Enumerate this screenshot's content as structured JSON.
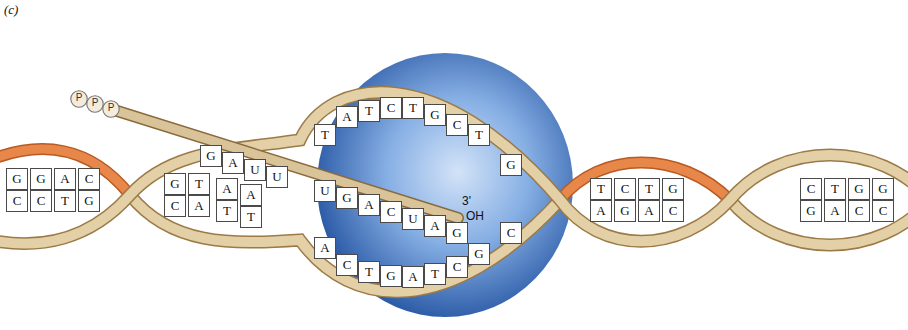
{
  "diagram": {
    "nodes": [
      {
        "text": [
          "P"
        ]
      },
      {
        "text": [
          "P"
        ]
      },
      {
        "text": [
          "P"
        ]
      },
      {
        "text": [
          "G"
        ]
      },
      {
        "text": [
          "C"
        ]
      },
      {
        "text": [
          "G"
        ]
      },
      {
        "text": [
          "C"
        ]
      },
      {
        "text": [
          "A"
        ]
      },
      {
        "text": [
          "T"
        ]
      },
      {
        "text": [
          "C"
        ]
      },
      {
        "text": [
          "G"
        ]
      },
      {
        "text": [
          "G"
        ]
      },
      {
        "text": [
          "C"
        ]
      },
      {
        "text": [
          "T"
        ]
      },
      {
        "text": [
          "A"
        ]
      },
      {
        "text": [
          "G"
        ]
      },
      {
        "text": [
          "A"
        ]
      },
      {
        "text": [
          "U"
        ]
      },
      {
        "text": [
          "U"
        ]
      },
      {
        "text": [
          "A"
        ]
      },
      {
        "text": [
          "T"
        ]
      },
      {
        "text": [
          "A"
        ]
      },
      {
        "text": [
          "T"
        ]
      },
      {
        "text": [
          "T"
        ]
      },
      {
        "text": [
          "A"
        ]
      },
      {
        "text": [
          "T"
        ]
      },
      {
        "text": [
          "C"
        ]
      },
      {
        "text": [
          "T"
        ]
      },
      {
        "text": [
          "G"
        ]
      },
      {
        "text": [
          "C"
        ]
      },
      {
        "text": [
          "T"
        ]
      },
      {
        "text": [
          "U"
        ]
      },
      {
        "text": [
          "G"
        ]
      },
      {
        "text": [
          "A"
        ]
      },
      {
        "text": [
          "C"
        ]
      },
      {
        "text": [
          "U"
        ]
      },
      {
        "text": [
          "A"
        ]
      },
      {
        "text": [
          "G"
        ]
      },
      {
        "text": [
          "A"
        ]
      },
      {
        "text": [
          "C"
        ]
      },
      {
        "text": [
          "T"
        ]
      },
      {
        "text": [
          "G"
        ]
      },
      {
        "text": [
          "A"
        ]
      },
      {
        "text": [
          "T"
        ]
      },
      {
        "text": [
          "C"
        ]
      },
      {
        "text": [
          "G"
        ]
      },
      {
        "text": [
          "G"
        ]
      },
      {
        "text": [
          "C"
        ]
      },
      {
        "text": [
          "T"
        ]
      },
      {
        "text": [
          "A"
        ]
      },
      {
        "text": [
          "C"
        ]
      },
      {
        "text": [
          "G"
        ]
      },
      {
        "text": [
          "T"
        ]
      },
      {
        "text": [
          "A"
        ]
      },
      {
        "text": [
          "G"
        ]
      },
      {
        "text": [
          "C"
        ]
      },
      {
        "text": [
          "C"
        ]
      },
      {
        "text": [
          "G"
        ]
      },
      {
        "text": [
          "T"
        ]
      },
      {
        "text": [
          "A"
        ]
      },
      {
        "text": [
          "G"
        ]
      },
      {
        "text": [
          "C"
        ]
      },
      {
        "text": [
          "G"
        ]
      },
      {
        "text": [
          "C"
        ]
      }
    ],
    "labels": [
      "(c)",
      "3'",
      "OH"
    ]
  }
}
